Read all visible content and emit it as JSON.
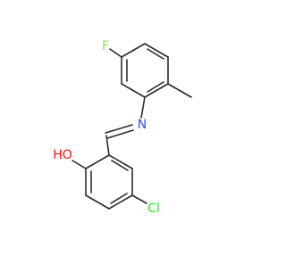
{
  "molecule": {
    "atoms": [
      {
        "id": "F",
        "label": "F",
        "color": "#90e050"
      },
      {
        "id": "N",
        "label": "N",
        "color": "#3050f8"
      },
      {
        "id": "O",
        "label": "HO",
        "color": "#ff0d0d"
      },
      {
        "id": "Cl",
        "label": "Cl",
        "color": "#1ff01f"
      }
    ],
    "bond_color": "#2b2b2b"
  }
}
